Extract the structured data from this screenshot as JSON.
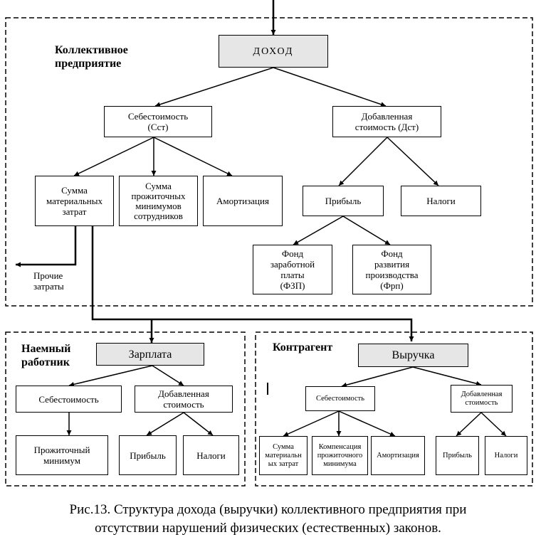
{
  "collective": {
    "label": "Коллективное\nпредприятие",
    "income": "ДОХОД",
    "cost": "Себестоимость\n(Сст)",
    "added_value": "Добавленная\nстоимость (Дст)",
    "material_costs": "Сумма\nматериальных\nзатрат",
    "subsistence_sum": "Сумма\nпрожиточных\nминимумов\nсотрудников",
    "depreciation": "Амортизация",
    "profit": "Прибыль",
    "taxes": "Налоги",
    "wage_fund": "Фонд\nзаработной\nплаты\n(ФЗП)",
    "dev_fund": "Фонд\nразвития\nпроизводства\n(Фрп)",
    "other_costs": "Прочие\nзатраты"
  },
  "employee": {
    "label": "Наемный\nработник",
    "salary": "Зарплата",
    "cost": "Себестоимость",
    "added_value": "Добавленная\nстоимость",
    "subsistence": "Прожиточный\nминимум",
    "profit": "Прибыль",
    "taxes": "Налоги"
  },
  "counterparty": {
    "label": "Контрагент",
    "revenue": "Выручка",
    "cost": "Себестоимость",
    "added_value": "Добавленная\nстоимость",
    "material_costs": "Сумма\nматериальн\nых затрат",
    "compensation": "Компенсация\nпрожиточного\nминимума",
    "depreciation": "Амортизация",
    "profit": "Прибыль",
    "taxes": "Налоги"
  },
  "caption": "Рис.13. Структура дохода (выручки) коллективного предприятия при\nотсутствии нарушений физических (естественных) законов."
}
